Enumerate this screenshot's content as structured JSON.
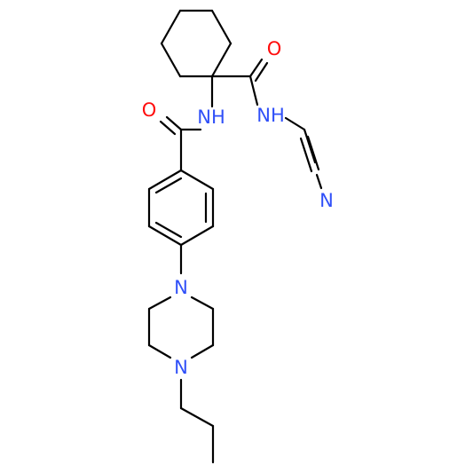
{
  "colors": {
    "carbon": "#000000",
    "oxygen": "#ff0d0d",
    "nitrogen": "#3050f8",
    "background": "#ffffff"
  },
  "atoms": {
    "amide_oxygen_1": "O",
    "amide_nh_1": "NH",
    "amide_oxygen_2": "O",
    "amide_nh_2": "NH",
    "nitrile_n": "N",
    "piperazine_n_1": "N",
    "piperazine_n_2": "N"
  }
}
